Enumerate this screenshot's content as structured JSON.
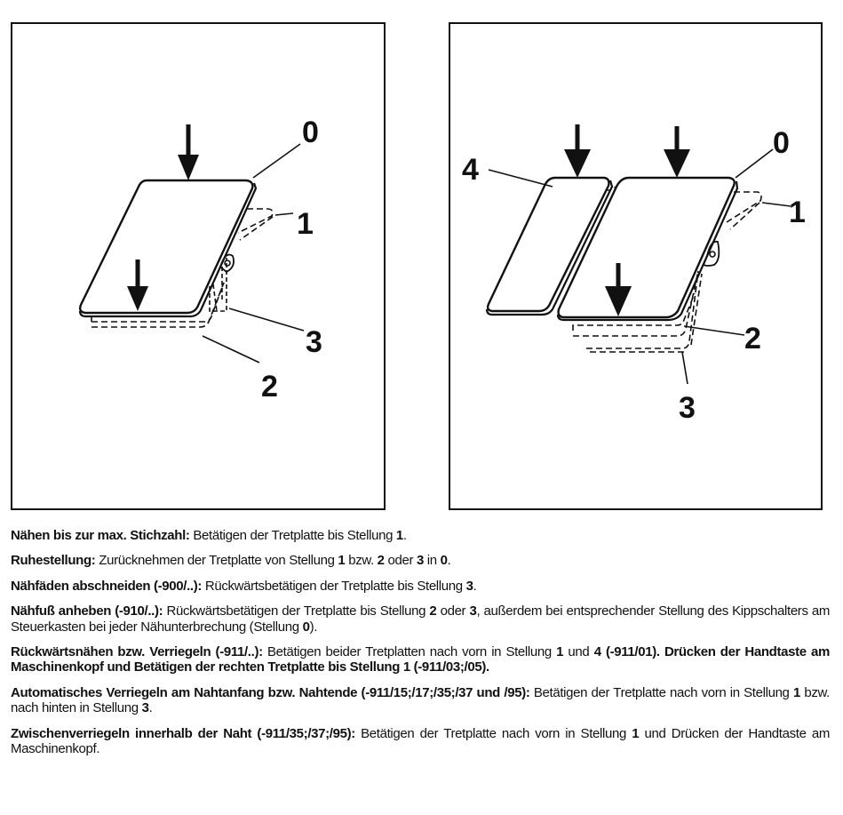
{
  "figures": {
    "left": {
      "labels": [
        "0",
        "1",
        "2",
        "3"
      ]
    },
    "right": {
      "labels": [
        "0",
        "1",
        "2",
        "3",
        "4"
      ]
    }
  },
  "paragraphs": [
    {
      "term": "Nähen bis zur max. Stichzahl:",
      "text": " Betätigen der Tretplatte bis Stellung ",
      "n1": "1",
      "text2": "."
    },
    {
      "term": "Ruhestellung:",
      "text": " Zurücknehmen der Tretplatte von Stellung ",
      "n1": "1",
      "text2": " bzw. ",
      "n2": "2",
      "text3": " oder ",
      "n3": "3",
      "text4": " in ",
      "n4": "0",
      "text5": "."
    },
    {
      "term": "Nähfäden abschneiden (-900/..):",
      "text": " Rückwärtsbetätigen der Tretplatte bis Stellung ",
      "n1": "3",
      "text2": "."
    },
    {
      "term": "Nähfuß anheben (-910/..):",
      "text": " Rückwärtsbetätigen der Tretplatte bis Stellung ",
      "n1": "2",
      "text2": " oder ",
      "n2": "3",
      "text3": ", außerdem bei entsprechender Stellung des Kippschalters am Steuerkasten bei jeder Nähunterbrechung (Stellung ",
      "n3": "0",
      "text4": ")."
    },
    {
      "term": "Rückwärtsnähen bzw. Verriegeln (-911/..):",
      "text": " Betätigen beider Tretplatten nach vorn in Stellung ",
      "n1": "1",
      "text2": " und ",
      "n2": "4",
      "bold_tail": " (-911/01). Drücken der Handtaste am Maschinenkopf und Betätigen der rechten Tretplatte bis Stellung 1 (-911/03;/05)."
    },
    {
      "term": "Automatisches Verriegeln am Nahtanfang bzw. Nahtende (-911/15;/17;/35;/37 und /95):",
      "text": " Betätigen der Tretplatte nach vorn in Stellung ",
      "n1": "1",
      "text2": " bzw. nach hinten in Stellung ",
      "n2": "3",
      "text3": "."
    },
    {
      "term": "Zwischenverriegeln innerhalb der Naht (-911/35;/37;/95):",
      "text": " Betätigen der Tretplatte nach vorn in Stellung ",
      "n1": "1",
      "text2": " und Drücken der Handtaste am Maschinenkopf."
    }
  ]
}
